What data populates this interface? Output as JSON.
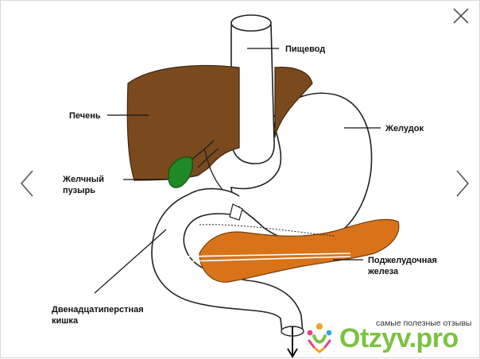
{
  "viewer": {
    "close_icon": "close-icon",
    "prev_icon": "chevron-left-icon",
    "next_icon": "chevron-right-icon"
  },
  "diagram": {
    "labels": {
      "esophagus": "Пищевод",
      "liver": "Печень",
      "stomach": "Желудок",
      "gallbladder_line1": "Желчный",
      "gallbladder_line2": "пузырь",
      "pancreas_line1": "Поджелудочная",
      "pancreas_line2": "железа",
      "duodenum_line1": "Двенадцатиперстная",
      "duodenum_line2": "кишка"
    },
    "colors": {
      "liver": "#7a4a1e",
      "gallbladder": "#1f8a25",
      "pancreas": "#d8731a",
      "outline": "#222222"
    }
  },
  "watermark": {
    "tagline": "самые полезные отзывы",
    "brand": "Otzyv.pro",
    "brand_color": "#7cc242"
  }
}
